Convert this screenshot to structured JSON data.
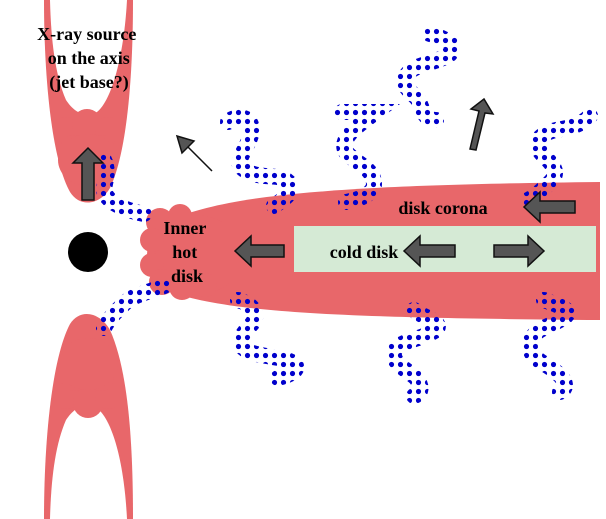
{
  "labels": {
    "xray_line1": "X-ray source",
    "xray_line2": "on the axis",
    "xray_line3": "(jet base?)",
    "inner_line1": "Inner",
    "inner_line2": "hot",
    "inner_line3": "disk",
    "disk_corona": "disk corona",
    "cold_disk": "cold disk"
  },
  "colors": {
    "corona": "#e8676a",
    "cold_disk": "#d5ead5",
    "photon_dots": "#0000cc",
    "arrow_fill": "#555555",
    "black_hole": "#000000"
  },
  "icons": {
    "black_hole": "black-hole-circle",
    "arrows": "block-arrow-icon",
    "photons": "wavy-photon-dot-trail"
  }
}
